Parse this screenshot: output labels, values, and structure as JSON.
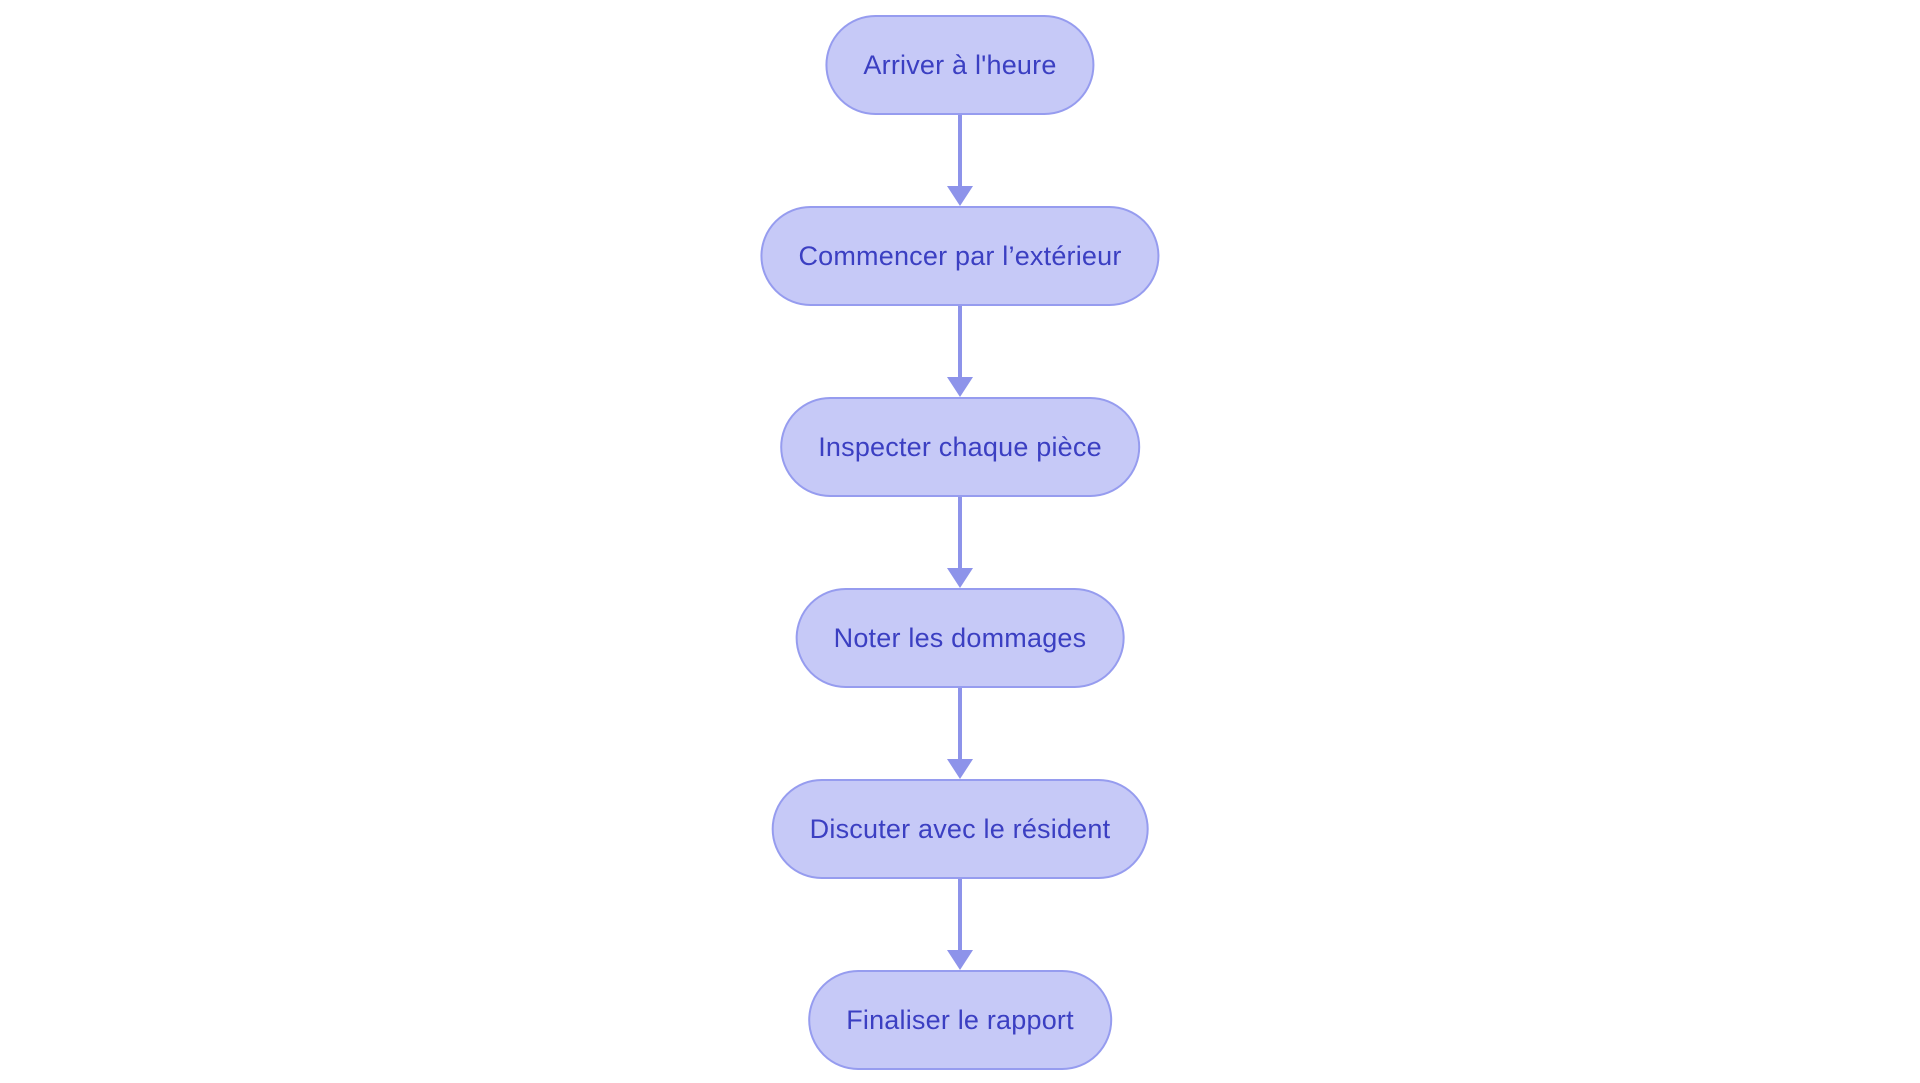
{
  "diagram": {
    "type": "flowchart",
    "direction": "top-down",
    "nodes": [
      {
        "id": "n1",
        "label": "Arriver à l'heure"
      },
      {
        "id": "n2",
        "label": "Commencer par l’extérieur"
      },
      {
        "id": "n3",
        "label": "Inspecter chaque pièce"
      },
      {
        "id": "n4",
        "label": "Noter les dommages"
      },
      {
        "id": "n5",
        "label": "Discuter avec le résident"
      },
      {
        "id": "n6",
        "label": "Finaliser le rapport"
      }
    ],
    "edges": [
      {
        "from": "n1",
        "to": "n2"
      },
      {
        "from": "n2",
        "to": "n3"
      },
      {
        "from": "n3",
        "to": "n4"
      },
      {
        "from": "n4",
        "to": "n5"
      },
      {
        "from": "n5",
        "to": "n6"
      }
    ],
    "colors": {
      "background": "#ffffff",
      "node_fill": "#c6c9f7",
      "node_border": "#969cef",
      "node_text": "#3b3fc2",
      "arrow": "#8d93ea"
    }
  }
}
